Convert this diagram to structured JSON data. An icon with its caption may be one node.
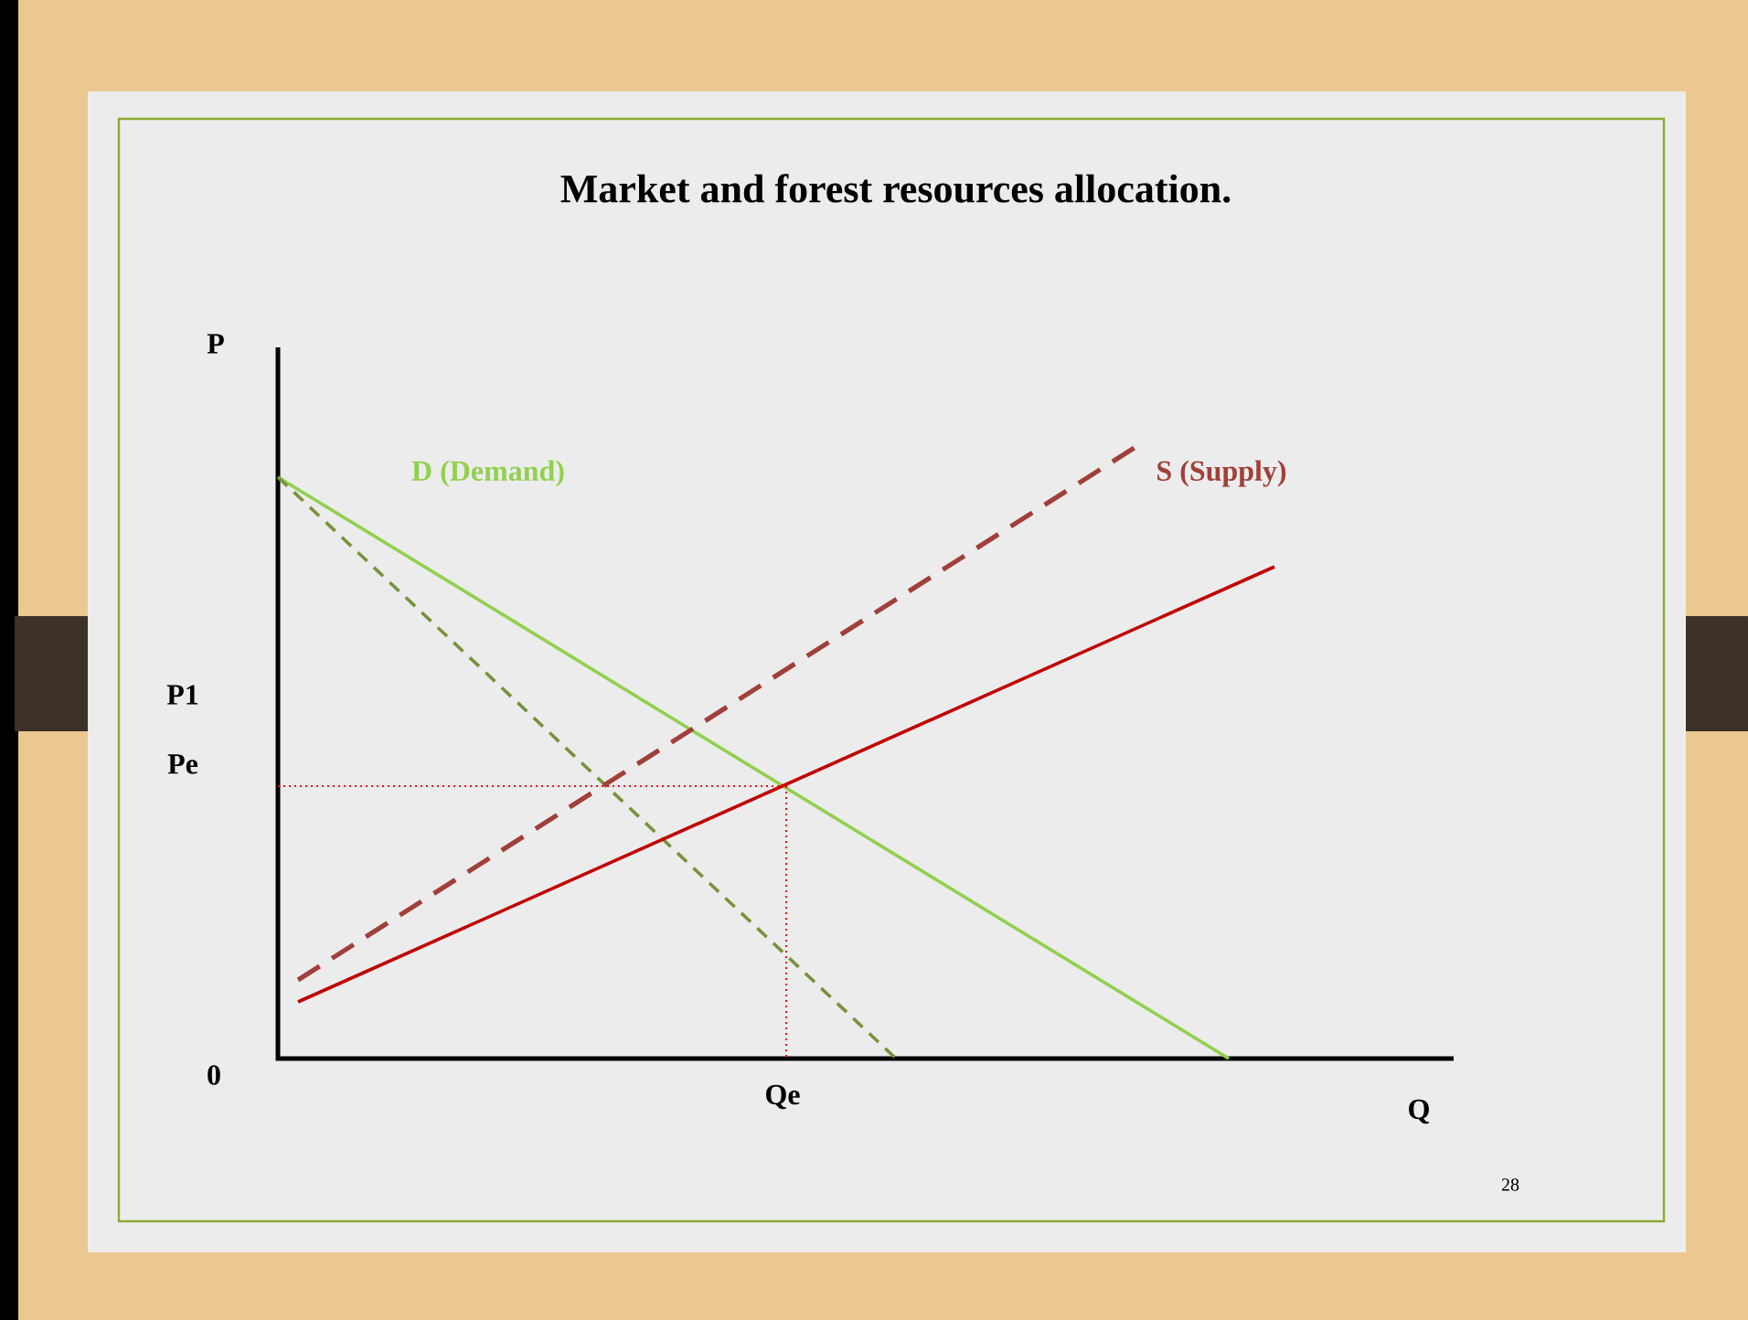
{
  "diagram": {
    "title": "Market and forest resources allocation.",
    "labels": [
      "P",
      "D (Demand)",
      "S (Supply)",
      "P1",
      "Pe",
      "0",
      "Qe",
      "Q",
      "28"
    ]
  }
}
